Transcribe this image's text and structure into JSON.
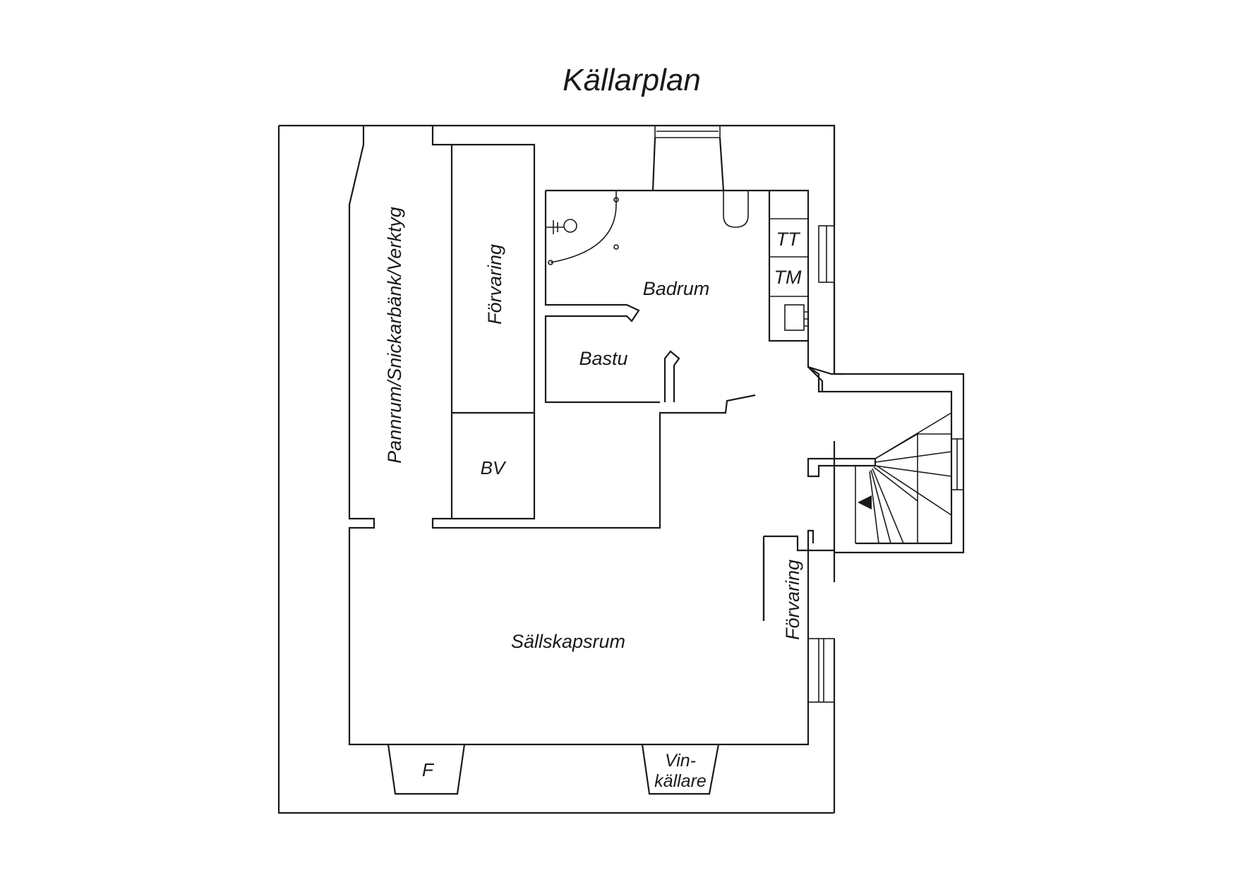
{
  "title": "Källarplan",
  "rooms": {
    "pannrum": "Pannrum/Snickarbänk/Verktyg",
    "forvaring_top": "Förvaring",
    "bv": "BV",
    "badrum": "Badrum",
    "bastu": "Bastu",
    "tt": "TT",
    "tm": "TM",
    "sallskapsrum": "Sällskapsrum",
    "forvaring_right": "Förvaring",
    "f": "F",
    "vinkallare_1": "Vin-",
    "vinkallare_2": "källare"
  },
  "colors": {
    "line": "#1a1a1a",
    "background": "#ffffff"
  }
}
